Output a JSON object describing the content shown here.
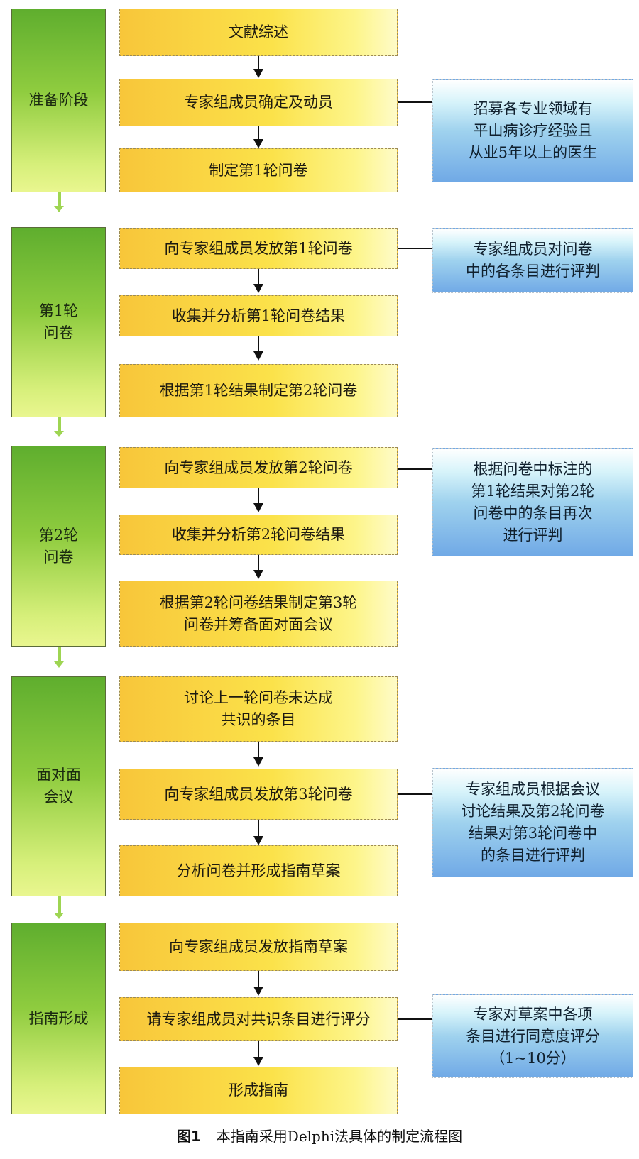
{
  "flowchart": {
    "phases": [
      {
        "label": "准备阶段",
        "steps": [
          "文献综述",
          "专家组成员确定及动员",
          "制定第1轮问卷"
        ],
        "note": {
          "attached_step": 1,
          "text": "招募各专业领域有\n平山病诊疗经验且\n从业5年以上的医生"
        }
      },
      {
        "label": "第1轮\n问卷",
        "steps": [
          "向专家组成员发放第1轮问卷",
          "收集并分析第1轮问卷结果",
          "根据第1轮结果制定第2轮问卷"
        ],
        "note": {
          "attached_step": 0,
          "text": "专家组成员对问卷\n中的各条目进行评判"
        }
      },
      {
        "label": "第2轮\n问卷",
        "steps": [
          "向专家组成员发放第2轮问卷",
          "收集并分析第2轮问卷结果",
          "根据第2轮问卷结果制定第3轮\n问卷并筹备面对面会议"
        ],
        "note": {
          "attached_step": 0,
          "text": "根据问卷中标注的\n第1轮结果对第2轮\n问卷中的条目再次\n进行评判"
        }
      },
      {
        "label": "面对面\n会议",
        "steps": [
          "讨论上一轮问卷未达成\n共识的条目",
          "向专家组成员发放第3轮问卷",
          "分析问卷并形成指南草案"
        ],
        "note": {
          "attached_step": 1,
          "text": "专家组成员根据会议\n讨论结果及第2轮问卷\n结果对第3轮问卷中\n的条目进行评判"
        }
      },
      {
        "label": "指南形成",
        "steps": [
          "向专家组成员发放指南草案",
          "请专家组成员对共识条目进行评分",
          "形成指南"
        ],
        "note": {
          "attached_step": 1,
          "text": "专家对草案中各项\n条目进行同意度评分\n（1~10分）"
        }
      }
    ]
  },
  "caption": {
    "figure_number": "图1",
    "text": "本指南采用Delphi法具体的制定流程图"
  },
  "colors": {
    "phase_green": "#7cc23a",
    "step_yellow": "#fbe24a",
    "note_blue": "#70a9e6",
    "connector_green": "#9ed552"
  }
}
